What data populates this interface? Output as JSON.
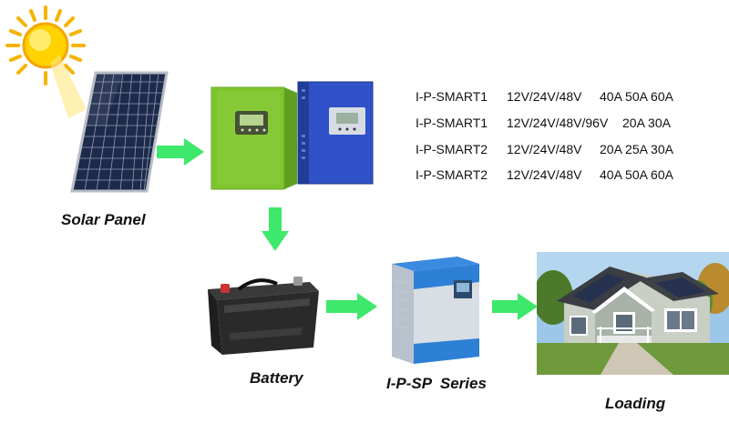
{
  "labels": {
    "solar_panel": "Solar Panel",
    "battery": "Battery",
    "inverter": "I-P-SP  Series",
    "loading": "Loading"
  },
  "specs": [
    {
      "model": "I-P-SMART1",
      "voltage": "12V/24V/48V",
      "current": "40A 50A 60A"
    },
    {
      "model": "I-P-SMART1",
      "voltage": "12V/24V/48V/96V",
      "current": "20A 30A"
    },
    {
      "model": "I-P-SMART2",
      "voltage": "12V/24V/48V",
      "current": "20A 25A 30A"
    },
    {
      "model": "I-P-SMART2",
      "voltage": "12V/24V/48V",
      "current": "40A 50A 60A"
    }
  ],
  "colors": {
    "arrow": "#3ee86a",
    "green_controller": "#8fd63a",
    "blue_controller": "#2f52c8",
    "inverter_blue": "#2e7fd6",
    "battery": "#2a2a2a"
  }
}
